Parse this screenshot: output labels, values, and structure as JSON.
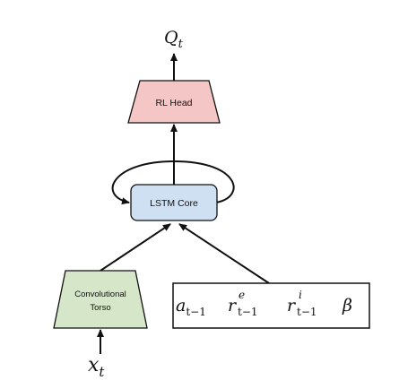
{
  "nodes": {
    "rl_head": {
      "label": "RL Head",
      "color": "#f4c7c6"
    },
    "lstm_core": {
      "label": "LSTM Core",
      "color": "#cfe0f3"
    },
    "conv_torso": {
      "label_line1": "Convolutional",
      "label_line2": "Torso",
      "color": "#d6e6c8"
    }
  },
  "output": {
    "symbol": "Q",
    "subscript": "t"
  },
  "input": {
    "symbol": "x",
    "subscript": "t"
  },
  "extra_inputs": {
    "a": {
      "symbol": "a",
      "subscript": "t−1"
    },
    "re": {
      "symbol": "r",
      "superscript": "e",
      "subscript": "t−1"
    },
    "ri": {
      "symbol": "r",
      "superscript": "i",
      "subscript": "t−1"
    },
    "beta": {
      "symbol": "β"
    }
  },
  "colors": {
    "stroke": "#111111",
    "rl_head_fill": "#f4c7c6",
    "lstm_fill": "#cfe0f3",
    "torso_fill": "#d6e6c8"
  }
}
